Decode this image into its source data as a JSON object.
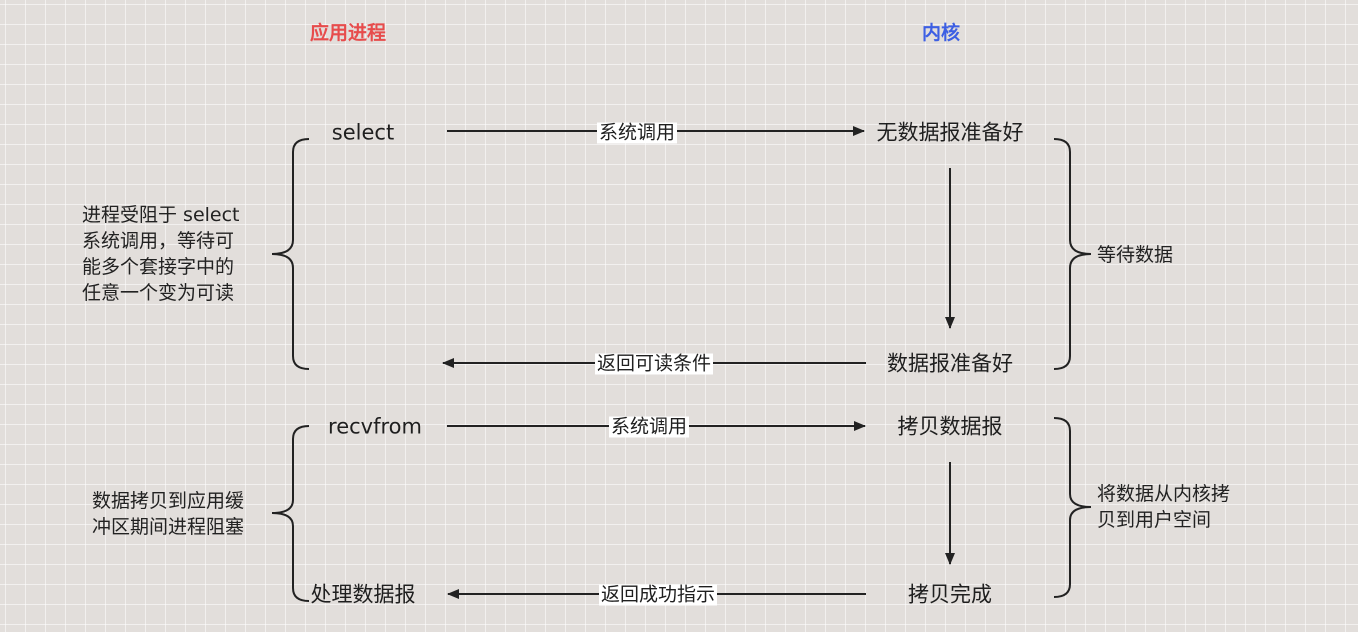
{
  "columns": {
    "app": "应用进程",
    "kernel": "内核"
  },
  "colors": {
    "app_header": "#e74c4c",
    "kernel_header": "#3d5fe3",
    "line": "#222222"
  },
  "phase1": {
    "app_node": "select",
    "call_label": "系统调用",
    "kernel_start": "无数据报准备好",
    "kernel_end": "数据报准备好",
    "return_label": "返回可读条件",
    "left_note": [
      "进程受阻于 select",
      "系统调用，等待可",
      "能多个套接字中的",
      "任意一个变为可读"
    ],
    "right_note": [
      "等待数据"
    ]
  },
  "phase2": {
    "app_node": "recvfrom",
    "call_label": "系统调用",
    "kernel_start": "拷贝数据报",
    "kernel_end": "拷贝完成",
    "return_label": "返回成功指示",
    "app_end": "处理数据报",
    "left_note": [
      "数据拷贝到应用缓",
      "冲区期间进程阻塞"
    ],
    "right_note": [
      "将数据从内核拷",
      "贝到用户空间"
    ]
  }
}
